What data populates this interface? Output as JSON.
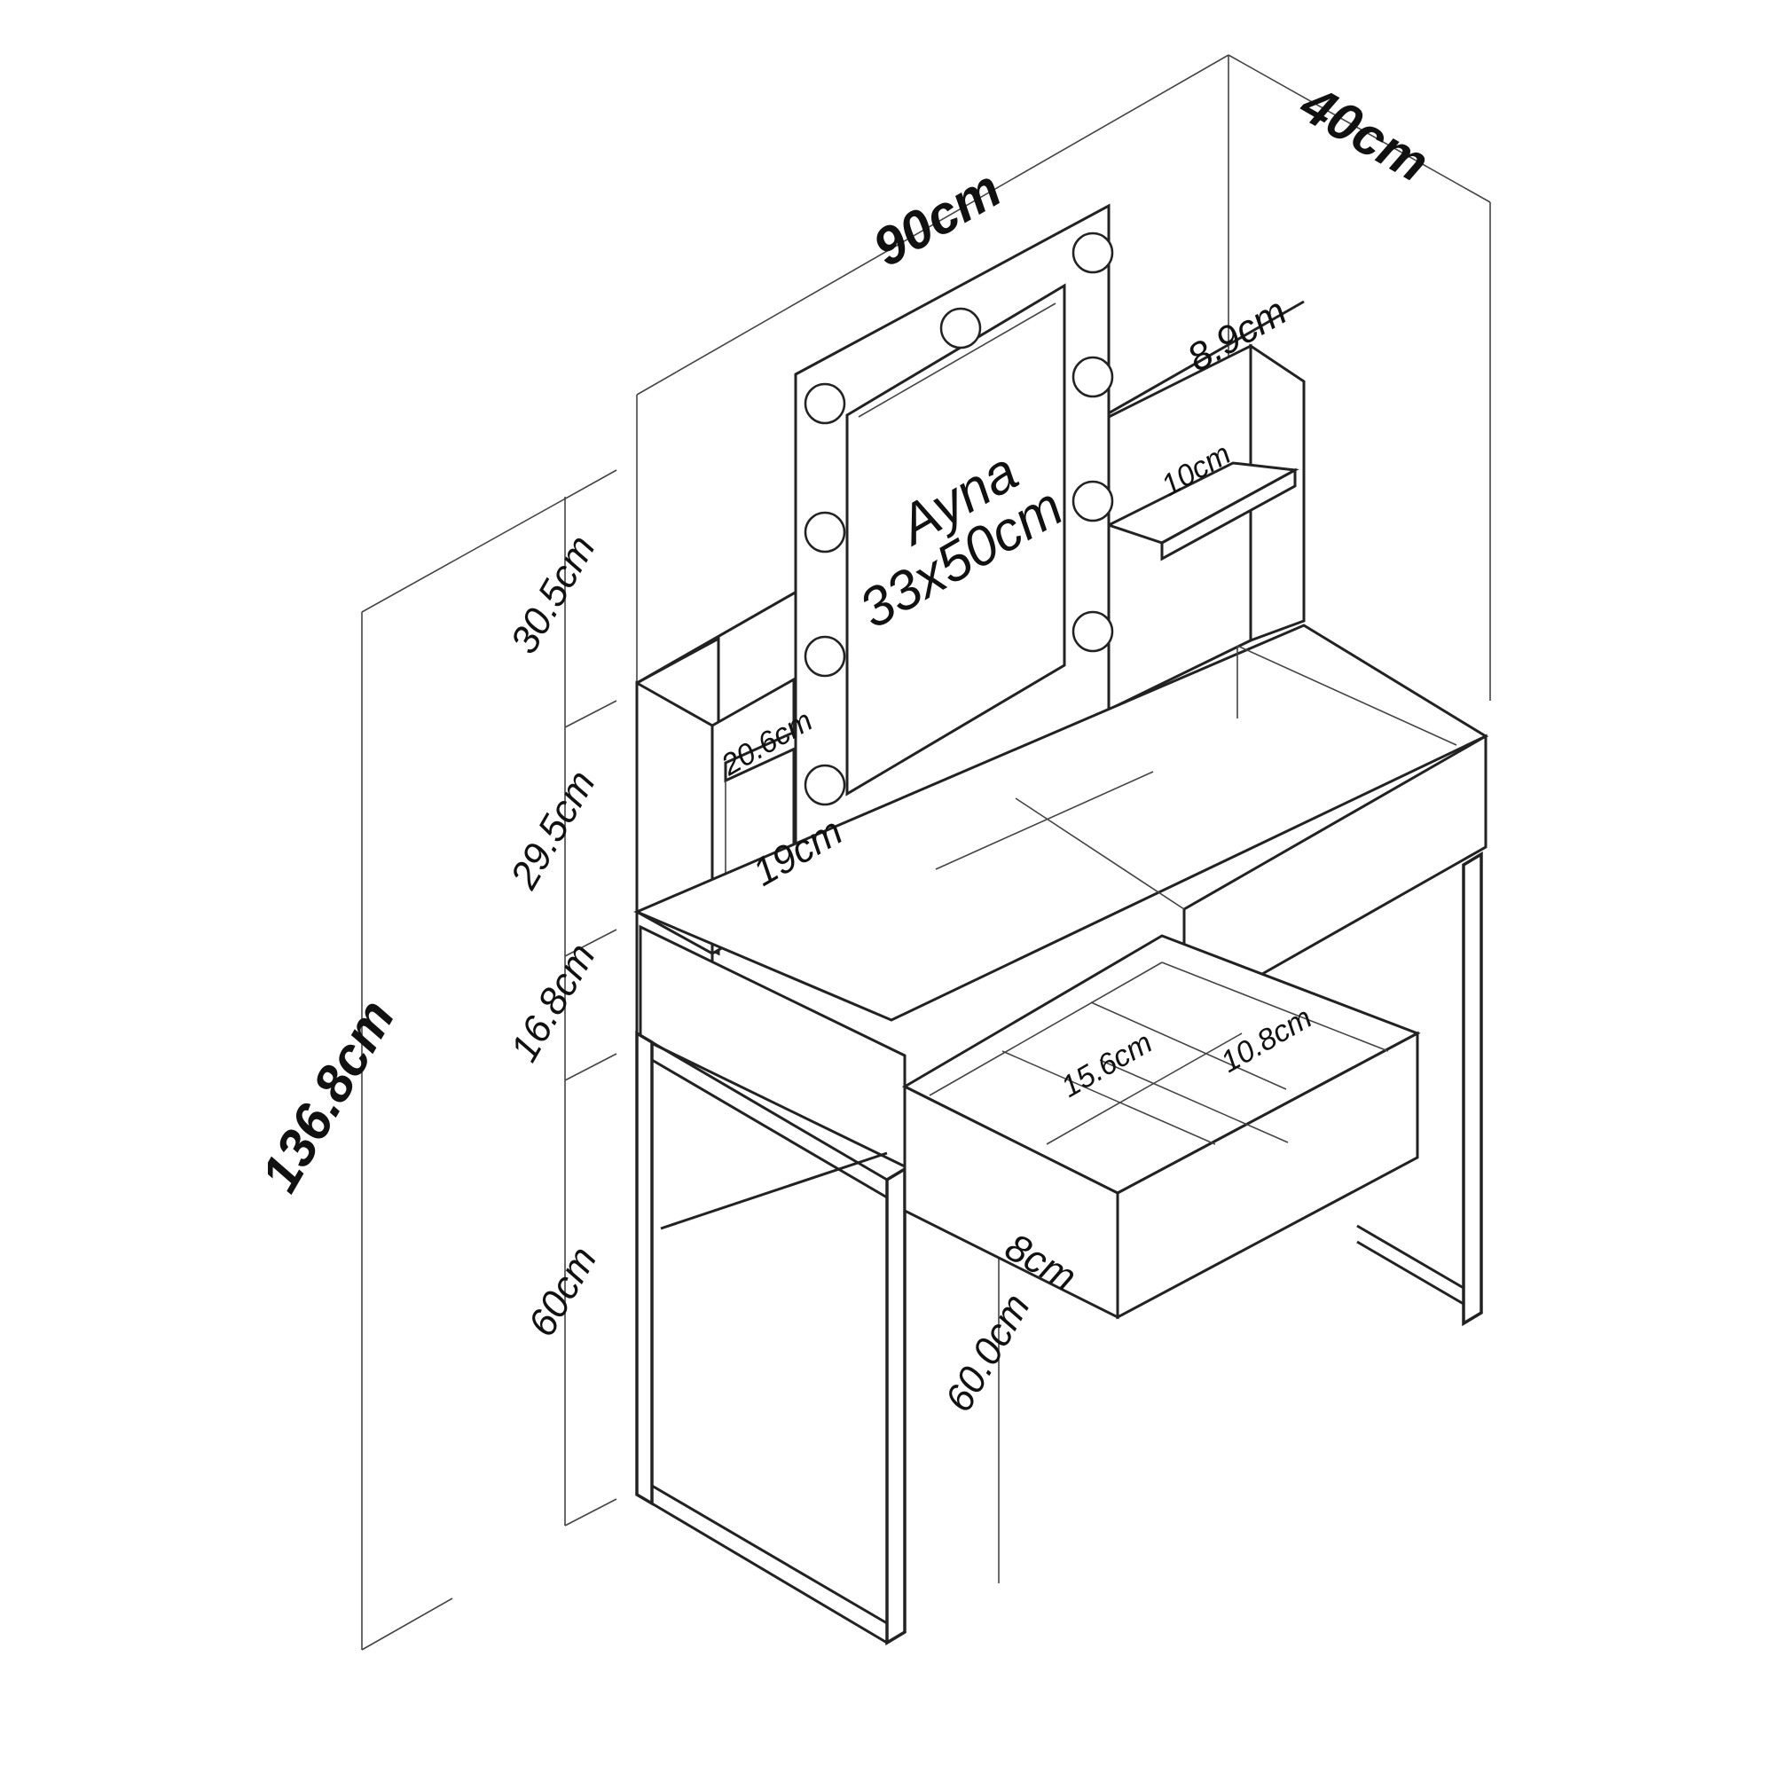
{
  "diagram": {
    "mirror_label": "Ayna",
    "mirror_size": "33x50cm",
    "dimensions": {
      "width": "90cm",
      "depth": "40cm",
      "total_height": "136.8cm",
      "mirror_section_height": "30.5cm",
      "shelf_section_height": "29.5cm",
      "drawer_section_height": "16.8cm",
      "leg_height": "60cm",
      "leg_height_front": "60.0cm",
      "left_shelf_depth": "20.6cm",
      "left_shelf_gap": "19cm",
      "right_shelf_gap": "8.9cm",
      "right_shelf_depth": "10cm",
      "drawer_divider_a": "15.6cm",
      "drawer_divider_b": "10.8cm",
      "drawer_height": "8cm"
    }
  }
}
